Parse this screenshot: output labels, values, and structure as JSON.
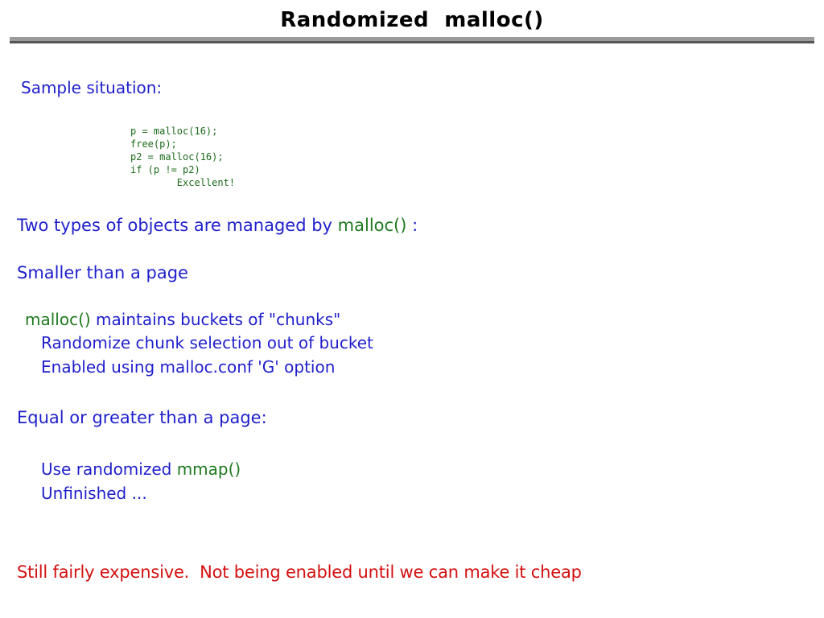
{
  "slide": {
    "title": "Randomized  malloc()",
    "colors": {
      "title": "#000000",
      "blue": "#1f1fcc",
      "green": "#1f7a1f",
      "red": "#d41010",
      "code_green": "#1c6b1c",
      "rule_light": "#9a9a9a",
      "rule_dark": "#555555",
      "background": "#ffffff"
    },
    "sample_heading": "Sample situation:",
    "code": "p = malloc(16);\nfree(p);\np2 = malloc(16);\nif (p != p2)\n        Excellent!",
    "bullets": {
      "two_types_prefix": "Two types of objects are managed by ",
      "two_types_code": "malloc()",
      "two_types_suffix": " :",
      "smaller_than_page": "Smaller than a page",
      "maintains_code": "malloc()",
      "maintains_text": " maintains buckets of \"chunks\"",
      "randomize": "Randomize chunk selection out of bucket",
      "enabled": "Enabled using malloc.conf 'G' option",
      "equal_or_greater": "Equal or greater than a page:",
      "use_randomized_prefix": "Use randomized ",
      "use_randomized_code": "mmap()",
      "unfinished": "Unfinished ..."
    },
    "footer": "Still fairly expensive.  Not being enabled until we can make it cheap"
  }
}
